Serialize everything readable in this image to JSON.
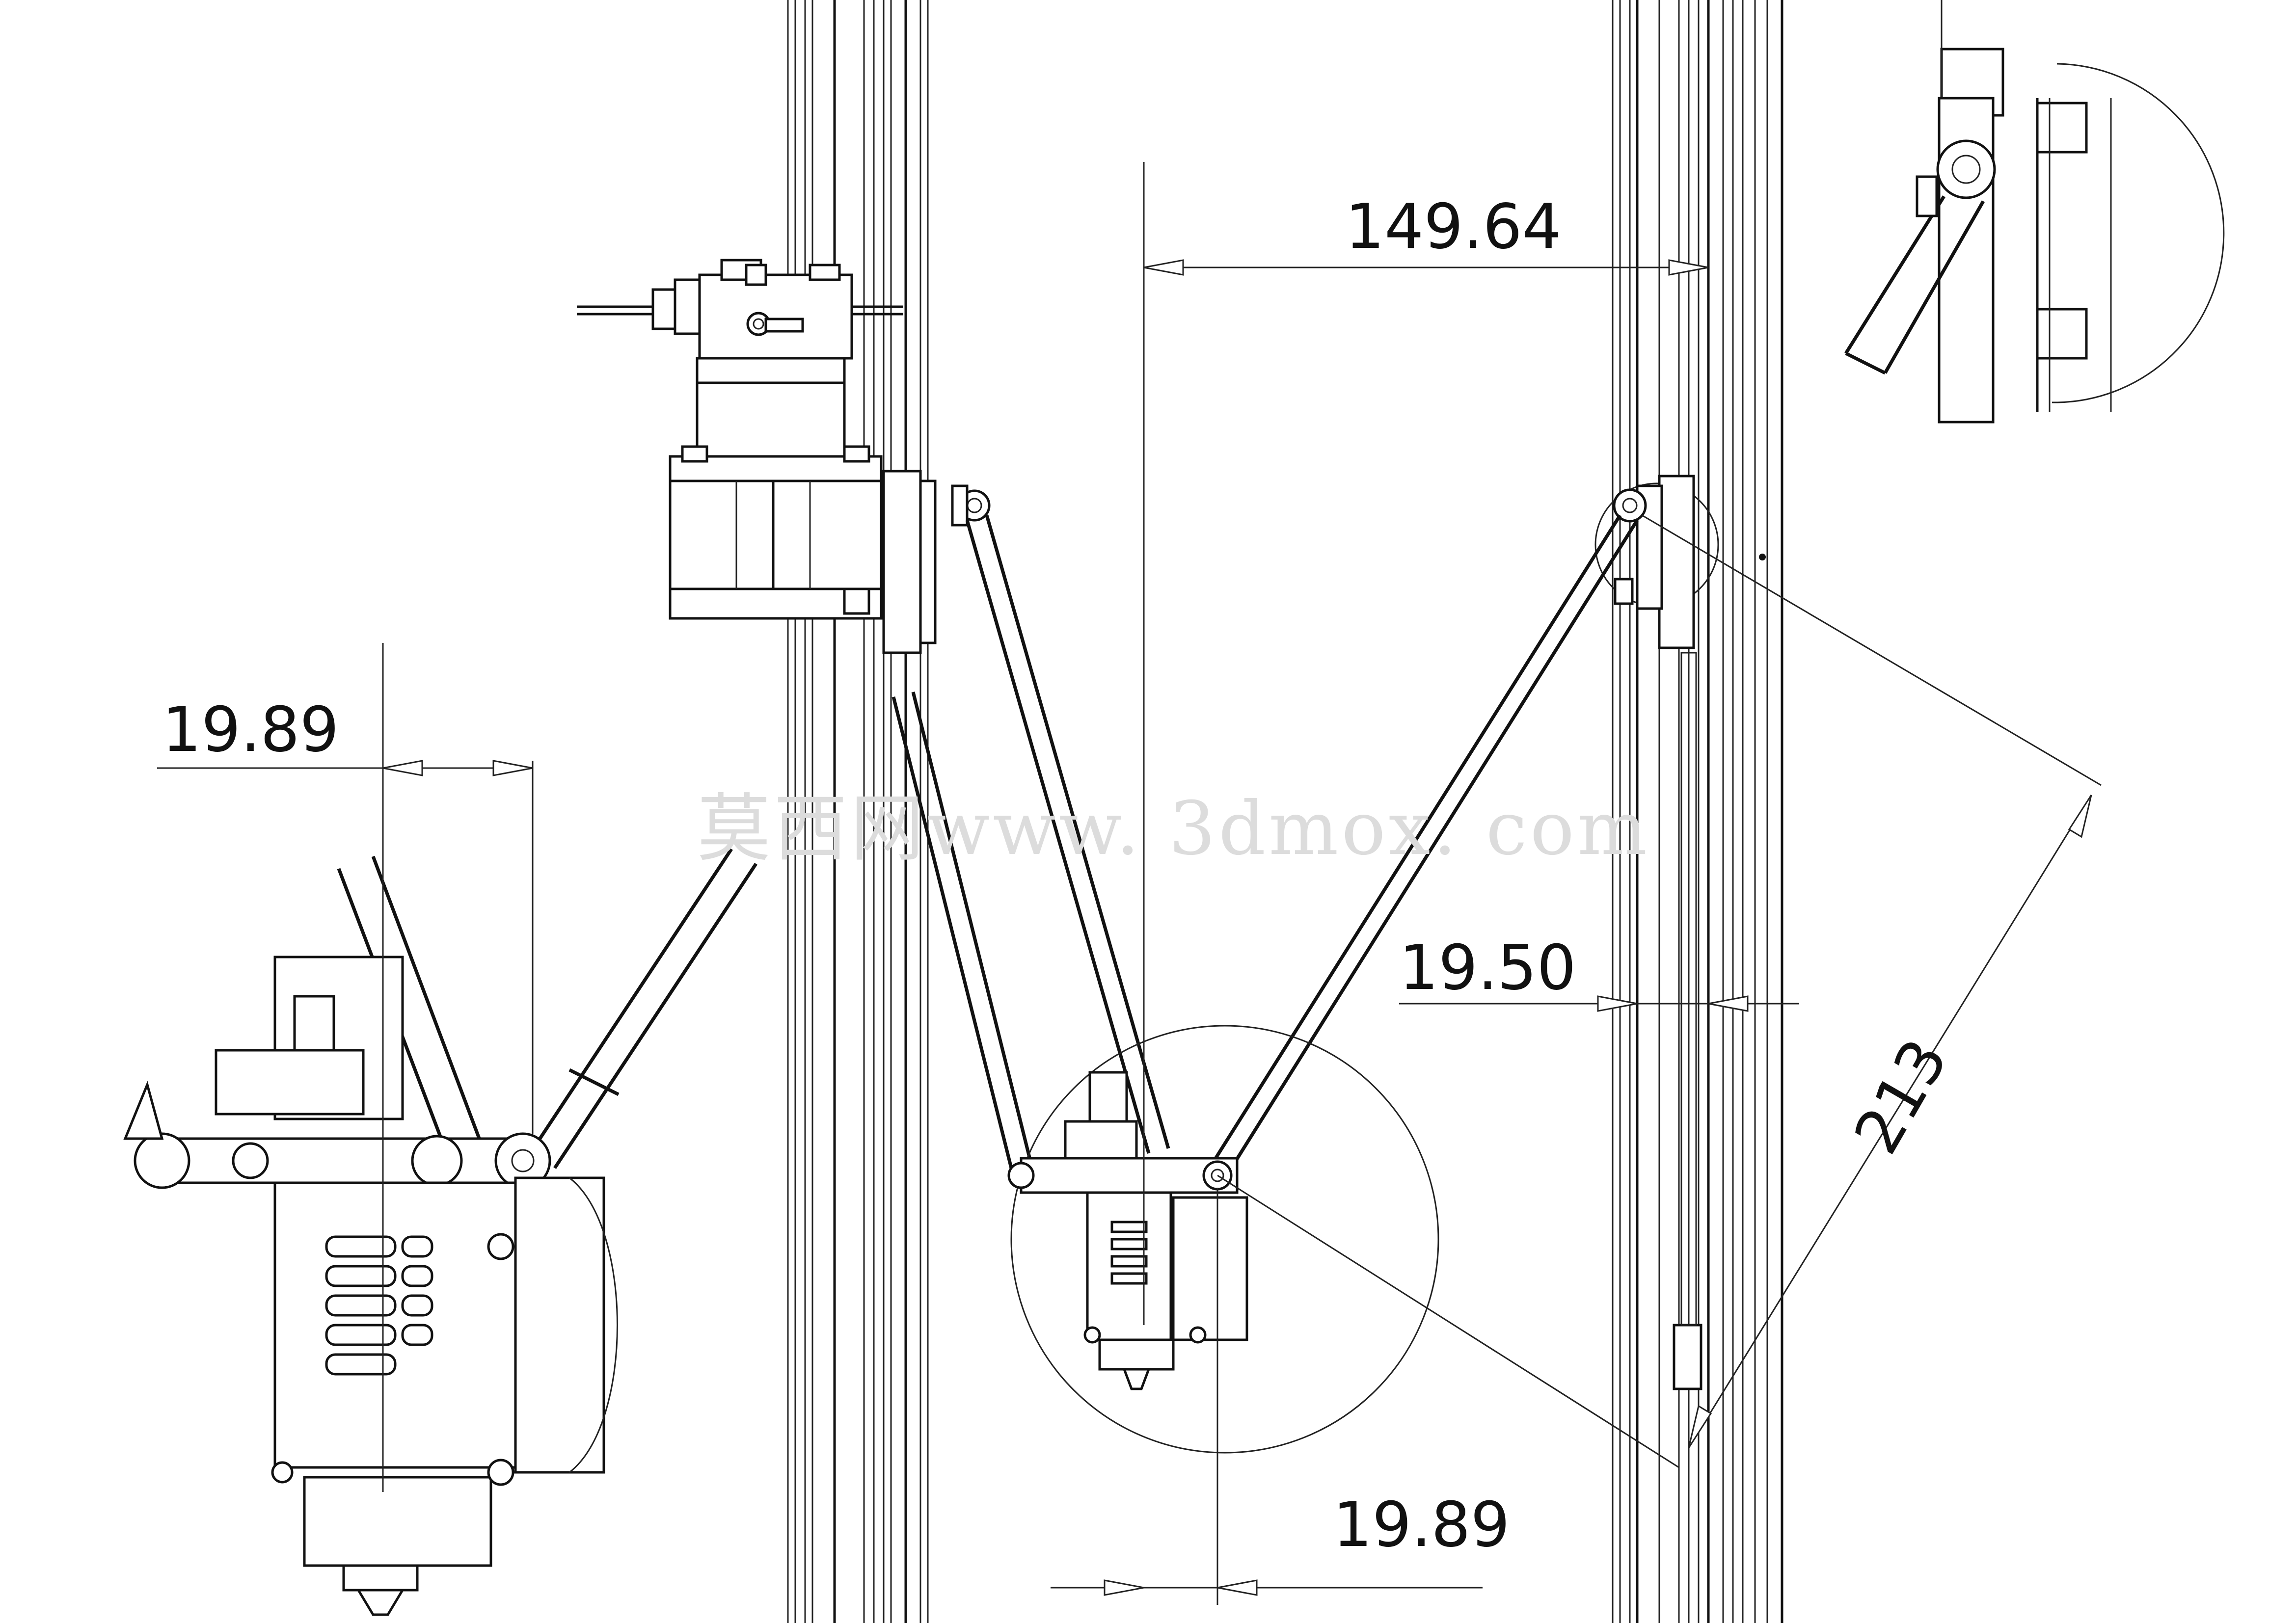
{
  "dimensions": {
    "top_span": "149.64",
    "left_offset": "19.89",
    "rail_offset": "19.50",
    "arm_length": "213",
    "bottom_offset": "19.89"
  },
  "watermark": "莫西网www. 3dmox. com",
  "colors": {
    "line": "#111111",
    "watermark": "#dcdcdc",
    "background": "#ffffff"
  }
}
